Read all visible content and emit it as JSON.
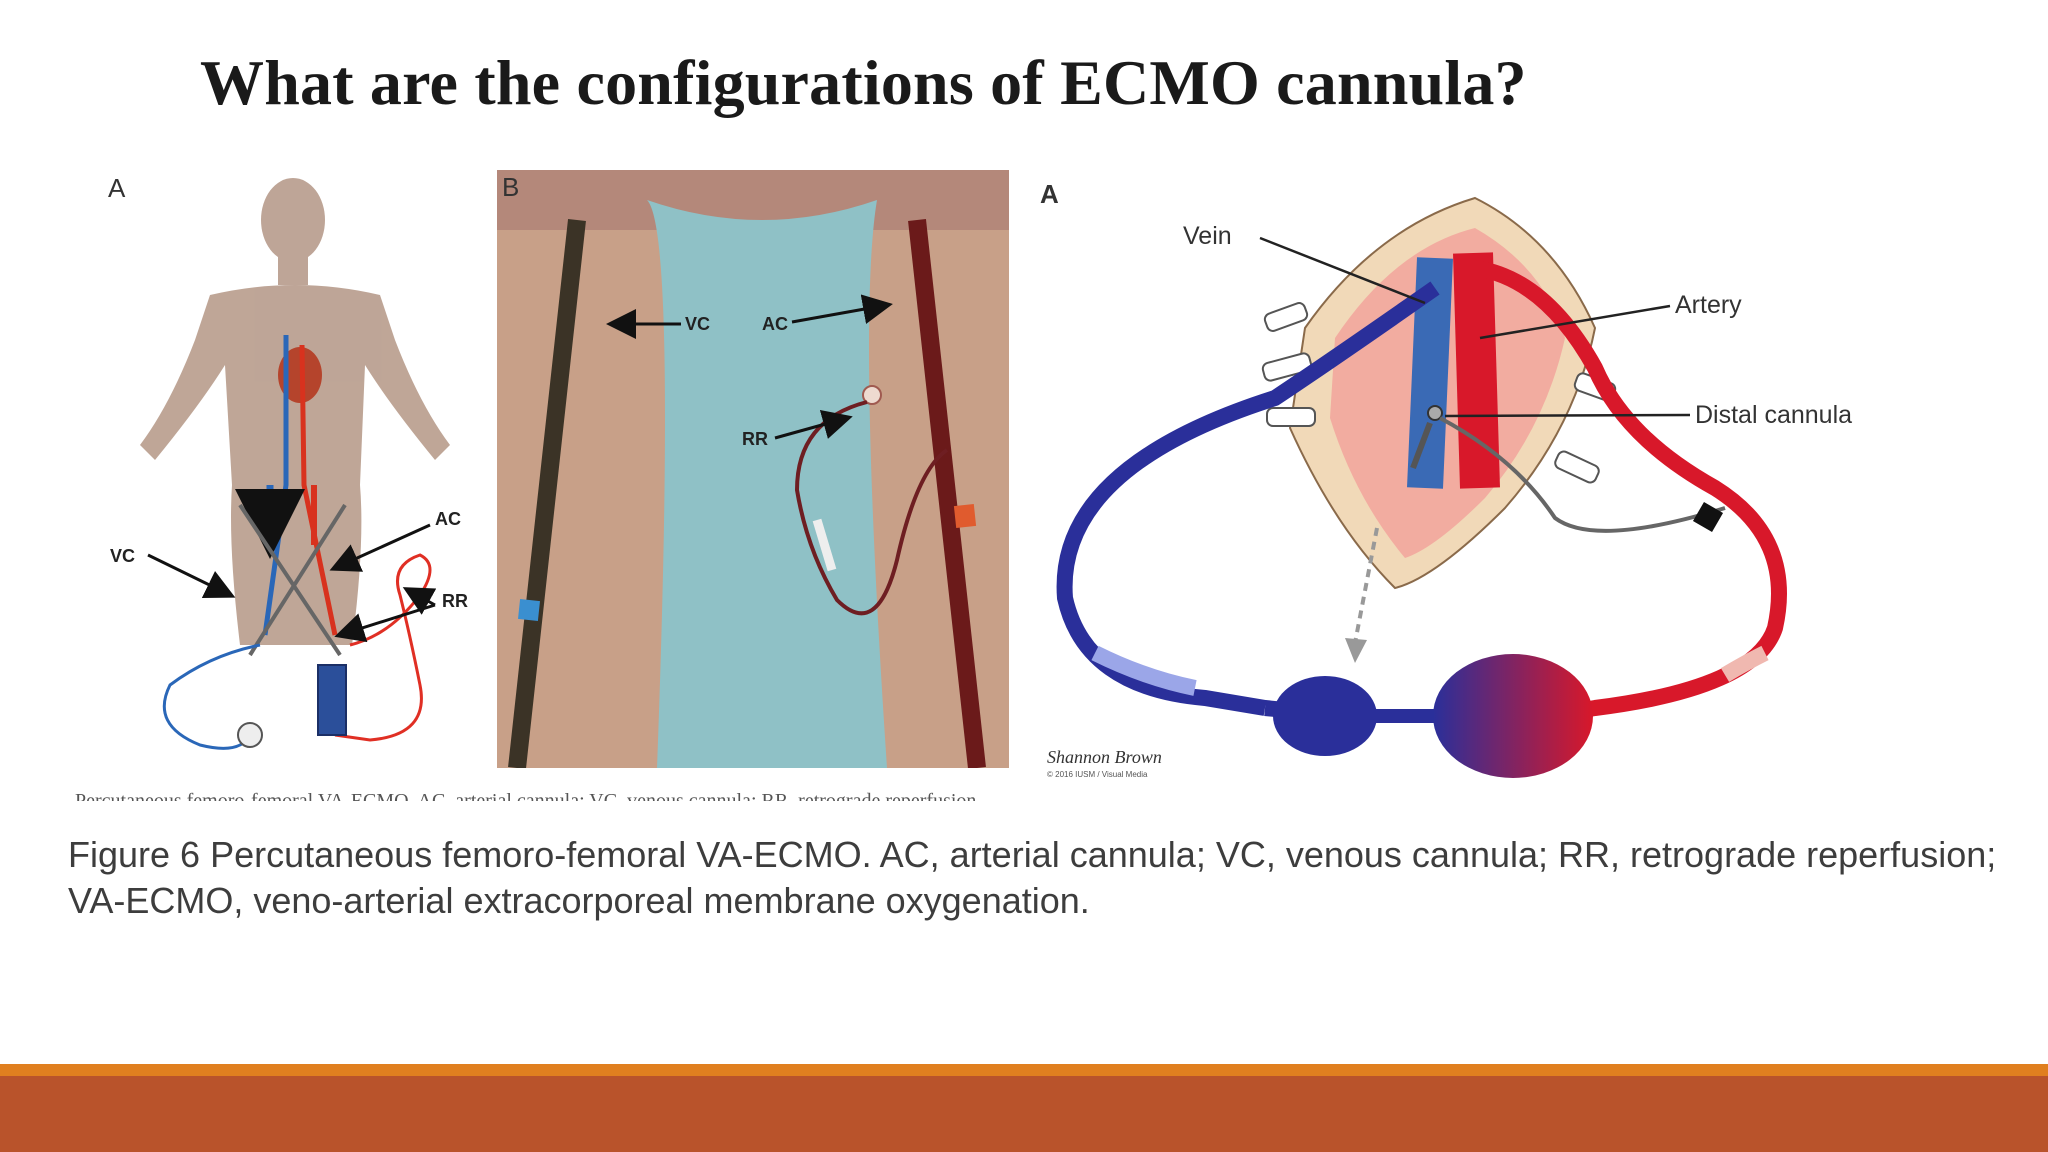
{
  "title": "What are the configurations of ECMO cannula?",
  "figure_left": {
    "panel_a": {
      "letter": "A",
      "labels": {
        "vc": "VC",
        "ac": "AC",
        "rr": "RR"
      }
    },
    "panel_b": {
      "letter": "B",
      "labels": {
        "vc": "VC",
        "ac": "AC",
        "rr": "RR"
      }
    },
    "partial_caption": "Percutaneous femoro-femoral VA-ECMO. AC, arterial cannula; VC, venous cannula; RR, retrograde reperfusion"
  },
  "figure_right": {
    "letter": "A",
    "labels": {
      "vein": "Vein",
      "artery": "Artery",
      "distal_cannula": "Distal cannula"
    },
    "signature": "Shannon Brown",
    "credit": "© 2016 IUSM / Visual Media"
  },
  "caption": "Figure 6 Percutaneous femoro-femoral VA-ECMO. AC, arterial cannula; VC, venous cannula; RR, retrograde reperfusion; VA-ECMO, veno-arterial extracorporeal membrane oxygenation.",
  "colors": {
    "accent_orange": "#e07f1f",
    "accent_rust": "#b9532b",
    "venous_blue": "#2a3a9c",
    "arterial_red": "#d8182a"
  }
}
